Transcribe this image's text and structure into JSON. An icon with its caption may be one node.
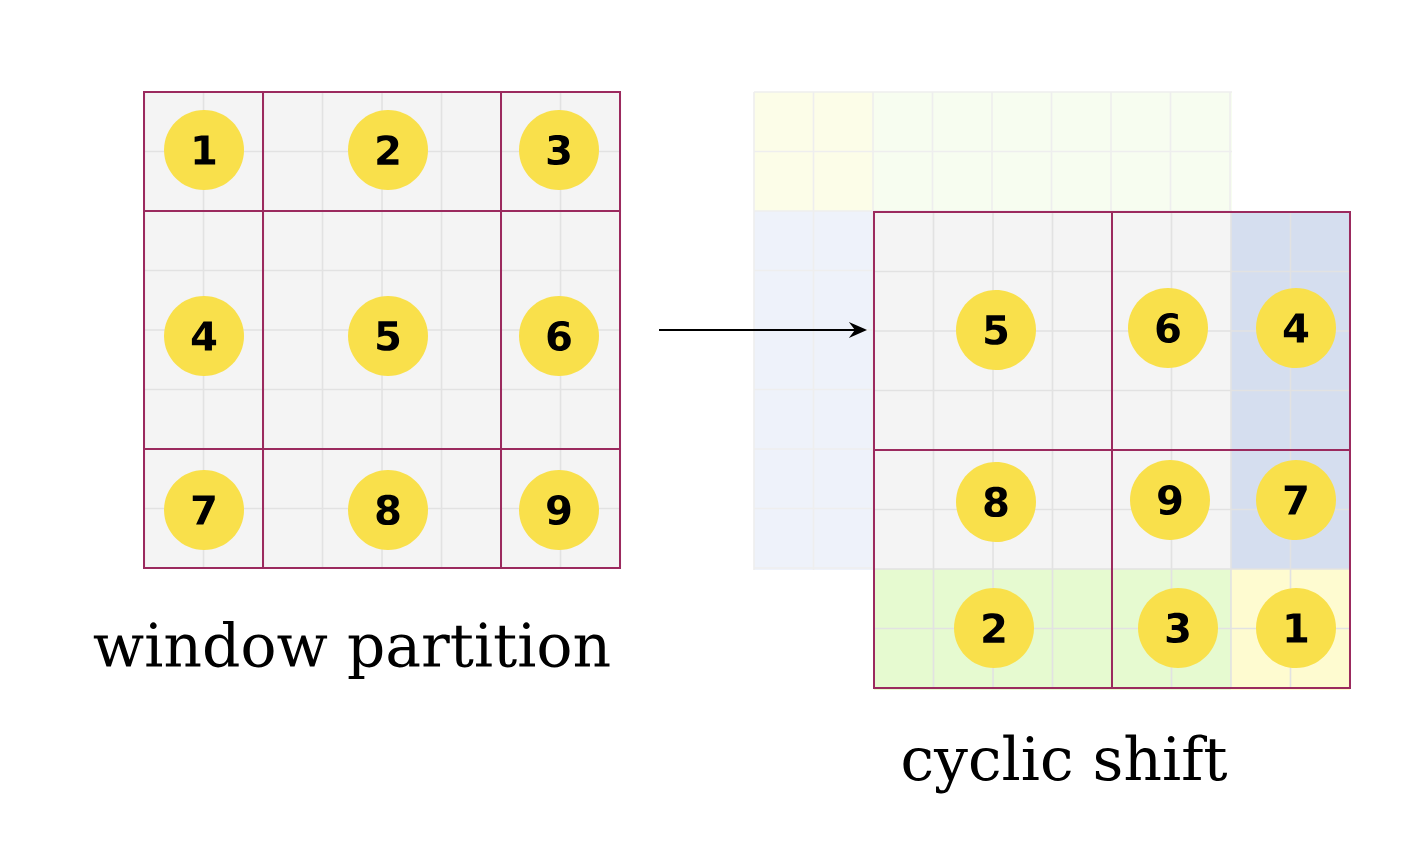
{
  "diagram": {
    "nodes": [
      {
        "text": [],
        "shape": "box",
        "beside": [
          "window partition"
        ]
      },
      {
        "text": [],
        "shape": "box",
        "in": 0
      },
      {
        "text": [],
        "shape": "box",
        "in": 0
      },
      {
        "text": [],
        "shape": "box",
        "in": 0
      },
      {
        "text": [],
        "shape": "box",
        "in": 0
      },
      {
        "text": [],
        "shape": "box",
        "in": 0
      },
      {
        "text": [],
        "shape": "box",
        "in": 0
      },
      {
        "text": [],
        "shape": "box",
        "in": 0
      },
      {
        "text": [],
        "shape": "box",
        "in": 0
      },
      {
        "text": [],
        "shape": "box",
        "in": 0
      },
      {
        "text": [
          "1"
        ],
        "in": 1
      },
      {
        "text": [
          "2"
        ],
        "in": 2
      },
      {
        "text": [
          "3"
        ],
        "in": 3
      },
      {
        "text": [
          "4"
        ],
        "in": 4
      },
      {
        "text": [
          "5"
        ],
        "in": 5
      },
      {
        "text": [
          "6"
        ],
        "in": 6
      },
      {
        "text": [
          "7"
        ],
        "in": 7
      },
      {
        "text": [
          "8"
        ],
        "in": 8
      },
      {
        "text": [
          "9"
        ],
        "in": 9
      },
      {
        "text": [],
        "shape": "box",
        "beside": [
          "cyclic shift"
        ]
      },
      {
        "text": [],
        "shape": "box",
        "in": 19
      },
      {
        "text": [],
        "shape": "box",
        "in": 19
      },
      {
        "text": [],
        "shape": "box",
        "in": 19
      },
      {
        "text": [],
        "shape": "box",
        "in": 19
      },
      {
        "text": [
          "5"
        ],
        "in": 20
      },
      {
        "text": [
          "6"
        ],
        "in": 21
      },
      {
        "text": [
          "4"
        ],
        "in": 21
      },
      {
        "text": [
          "8"
        ],
        "in": 22
      },
      {
        "text": [
          "9"
        ],
        "in": 23
      },
      {
        "text": [
          "7"
        ],
        "in": 23
      },
      {
        "text": [
          "2"
        ],
        "in": 22
      },
      {
        "text": [
          "3"
        ],
        "in": 23
      },
      {
        "text": [
          "1"
        ],
        "in": 23
      }
    ],
    "edges": [
      {
        "from": 0,
        "to": 19,
        "arrow": "to"
      }
    ]
  }
}
